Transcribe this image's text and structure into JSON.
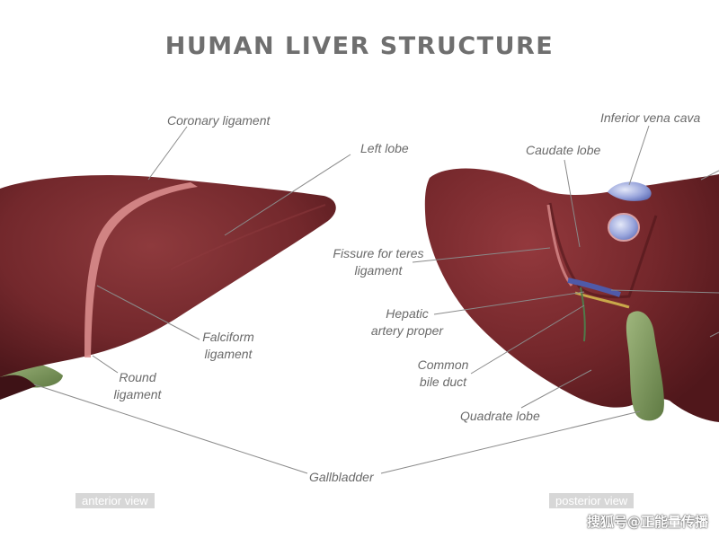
{
  "title": "HUMAN LIVER STRUCTURE",
  "labels": {
    "coronary_ligament": "Coronary ligament",
    "left_lobe": "Left lobe",
    "inferior_vena_cava": "Inferior vena cava",
    "caudate_lobe": "Caudate lobe",
    "fissure_line1": "Fissure for teres",
    "fissure_line2": "ligament",
    "hepatic_line1": "Hepatic",
    "hepatic_line2": "artery proper",
    "falciform_line1": "Falciform",
    "falciform_line2": "ligament",
    "round_line1": "Round",
    "round_line2": "ligament",
    "common_line1": "Common",
    "common_line2": "bile duct",
    "quadrate_lobe": "Quadrate lobe",
    "gallbladder": "Gallbladder"
  },
  "views": {
    "anterior": "anterior view",
    "posterior": "posterior view"
  },
  "watermark": "搜狐号@正能量传播",
  "colors": {
    "liver": "#7a2b2e",
    "liver_dark": "#5a1c20",
    "ligament": "#d98c8c",
    "gallbladder": "#7f9a5e",
    "vein": "#8f9fd8",
    "label": "#6a6a6a",
    "leader_line": "#8a8a8a"
  }
}
